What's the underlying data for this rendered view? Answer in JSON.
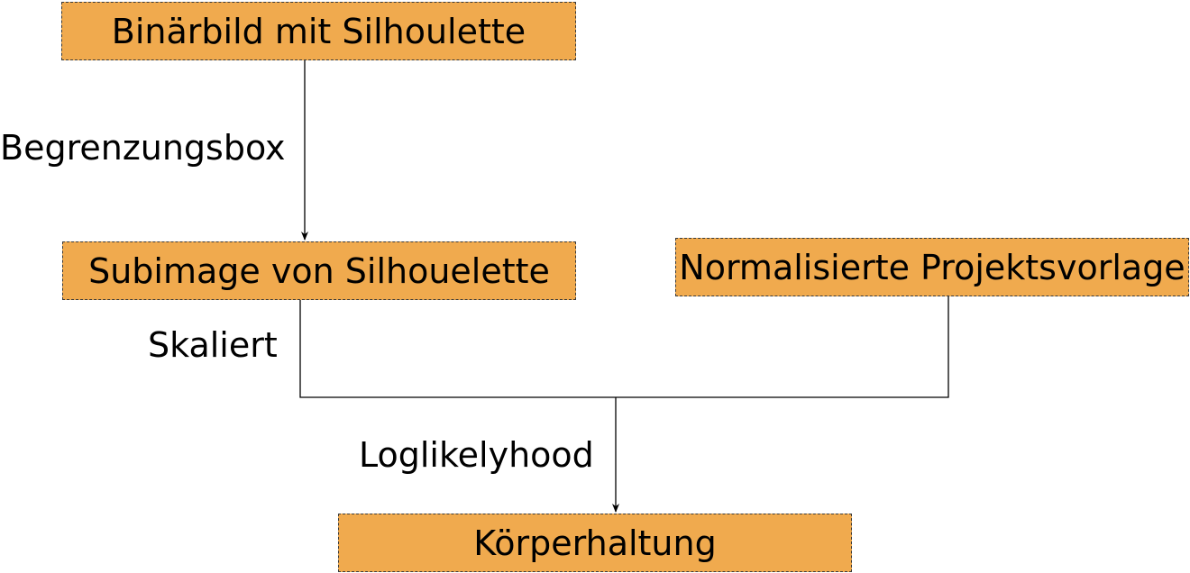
{
  "colors": {
    "node_fill": "#F0AA4E",
    "node_border": "#3a3a3a",
    "line": "#000000"
  },
  "nodes": {
    "binary_image": "Binärbild mit Silhoulette",
    "subimage": "Subimage von Silhouelette",
    "template": "Normalisierte Projektsvorlage",
    "posture": "Körperhaltung"
  },
  "edges": {
    "bounding_box": "Begrenzungsbox",
    "scaled": "Skaliert",
    "log_likelihood": "Loglikelyhood"
  }
}
